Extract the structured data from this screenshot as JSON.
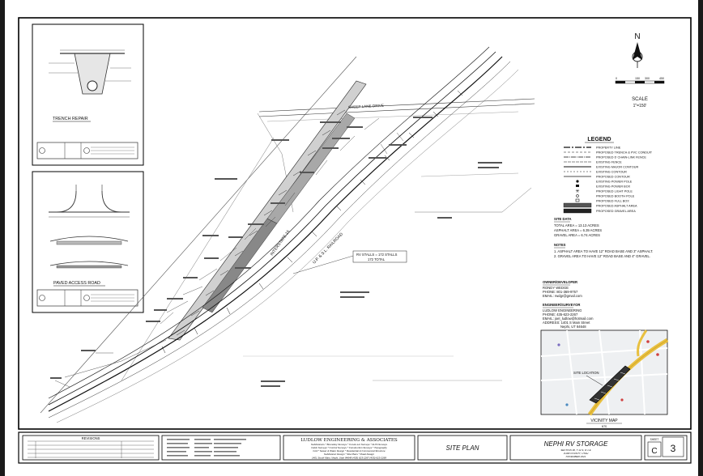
{
  "legend": {
    "title": "LEGEND",
    "items": [
      "PROPERTY LINE",
      "PROPOSED TRENCH & PVC CONDUIT",
      "PROPOSED 6' CHAIN-LINK FENCE",
      "EXISTING FENCE",
      "EXISTING MAJOR CONTOUR",
      "EXISTING CONTOUR",
      "PROPOSED CONTOUR",
      "EXISTING POWER POLE",
      "EXISTING POWER BOX",
      "PROPOSED LIGHT POLE",
      "PROPOSED BOOTH POLE",
      "PROPOSED FULL BOX",
      "PROPOSED ASPHALT AREA",
      "PROPOSED GRAVEL AREA"
    ]
  },
  "scale": {
    "north": "N",
    "label": "SCALE",
    "ratio": "1\"=150'",
    "ticks": [
      "0",
      "150",
      "300",
      "450"
    ]
  },
  "site_data": {
    "title": "SITE DATA",
    "lines": [
      "TOTAL AREA = 13.13 ACRES",
      "ASPHALT AREA = 6.39 ACRES",
      "GRAVEL AREA = 6.74 ACRES"
    ]
  },
  "notes": {
    "title": "NOTES",
    "lines": [
      "1. ASPHALT AREA TO HAVE 12\" ROAD BASE AND 3\" ASPHALT.",
      "2. GRAVEL AREA TO HAVE 12\" ROAD BASE AND 4\" GRAVEL."
    ]
  },
  "owner": {
    "title": "OWNER/DEVELOPER",
    "lines": [
      "RONDY WEDGE",
      "PHONE: 801-369-9757",
      "EMAIL: rwdgr@gmail.com"
    ]
  },
  "engineer": {
    "title": "ENGINEER/SURVEYOR",
    "lines": [
      "LUDLOW ENGINEERING",
      "PHONE: 435-623-2267",
      "EMAIL: joel_ludlow@hotmail.com",
      "ADDRESS: 1401 S Main Street",
      "Nephi, UT 84648"
    ]
  },
  "vicinity": {
    "site_label": "SITE LOCATION",
    "title": "VICINITY MAP",
    "note": "NTS"
  },
  "details": {
    "trench": "TRENCH REPAIR",
    "road": "PAVED ACCESS ROAD"
  },
  "map_labels": {
    "interstate": "INTERSTATE 15",
    "railroad": "U.P. & S.L. RAILROAD",
    "lane": "SHEEP LANE DRIVE",
    "rv_stalls": [
      "RV STALLS = 172 STALLS",
      "172 TOTAL"
    ]
  },
  "title_block": {
    "revisions": "REVISIONS",
    "company": "LUDLOW ENGINEERING & ASSOCIATES",
    "services": [
      "Subdivisions * Boundary Surveys * Cul-de-Lot Surveys * ALTA Surveys",
      "Cabin Surveys * Control Surveys * Construction Surveys * Topography",
      "Civil * Sewer & Water Design * Residential & Commercial Structure",
      "Subdivision Design * Site Plans * Road Design",
      "1401 South Main, Nephi, Utah 84648  (435) 623-2267  (435) 623-2268"
    ],
    "sheet_title": "SITE PLAN",
    "project": "NEPHI RV STORAGE",
    "project_sub": [
      "SECTION 36, T 12 S, R 1 E",
      "JUAB COUNTY, UTAH",
      "NOVEMBER 2021"
    ],
    "sheet_label": "SHEET",
    "sheet_no": "3",
    "sheet_letter": "C"
  }
}
